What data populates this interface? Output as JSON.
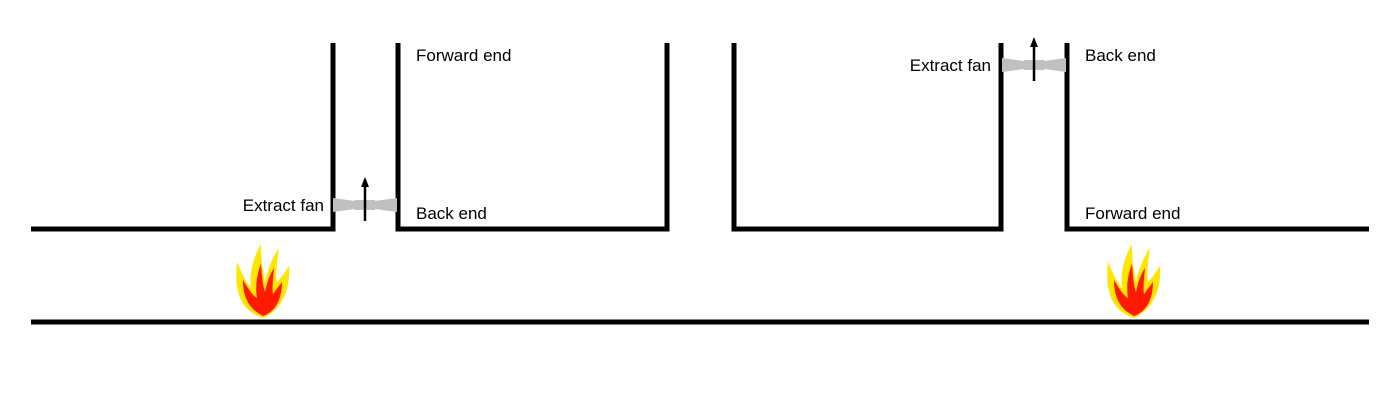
{
  "labels": {
    "left_extract_fan": "Extract fan",
    "left_forward_end": "Forward end",
    "left_back_end": "Back end",
    "right_extract_fan": "Extract fan",
    "right_back_end": "Back end",
    "right_forward_end": "Forward end"
  },
  "icons": {
    "fan": "extract-fan-icon",
    "airflow": "up-arrow-icon",
    "fire": "fire-icon"
  },
  "colors": {
    "wall": "#000000",
    "fan": "#c0c0c0",
    "flame_outer": "#ffe600",
    "flame_inner": "#ff1a00",
    "text": "#000000"
  }
}
